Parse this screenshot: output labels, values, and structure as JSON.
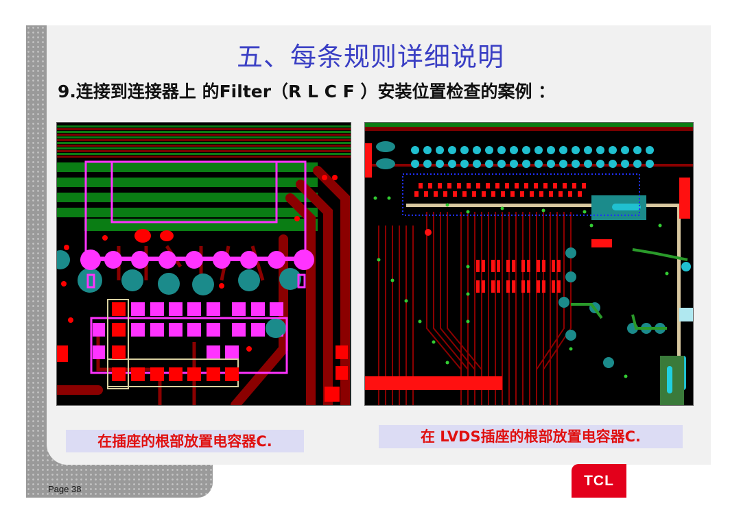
{
  "slide": {
    "title": "五、每条规则详细说明",
    "subtitle": "9.连接到连接器上 的Filter（R L C F ）安装位置检查的案例 ："
  },
  "figures": [
    {
      "name": "pcb-layout-connector-left",
      "caption": "在插座的根部放置电容器C."
    },
    {
      "name": "pcb-layout-lvds-right",
      "caption": "在 LVDS插座的根部放置电容器C."
    }
  ],
  "footer": {
    "page_label": "Page 38",
    "logo_text": "TCL"
  },
  "colors": {
    "title": "#3a3fc4",
    "caption_text": "#e01010",
    "caption_bg": "#dcdcf4",
    "logo_bg": "#e3001b"
  }
}
